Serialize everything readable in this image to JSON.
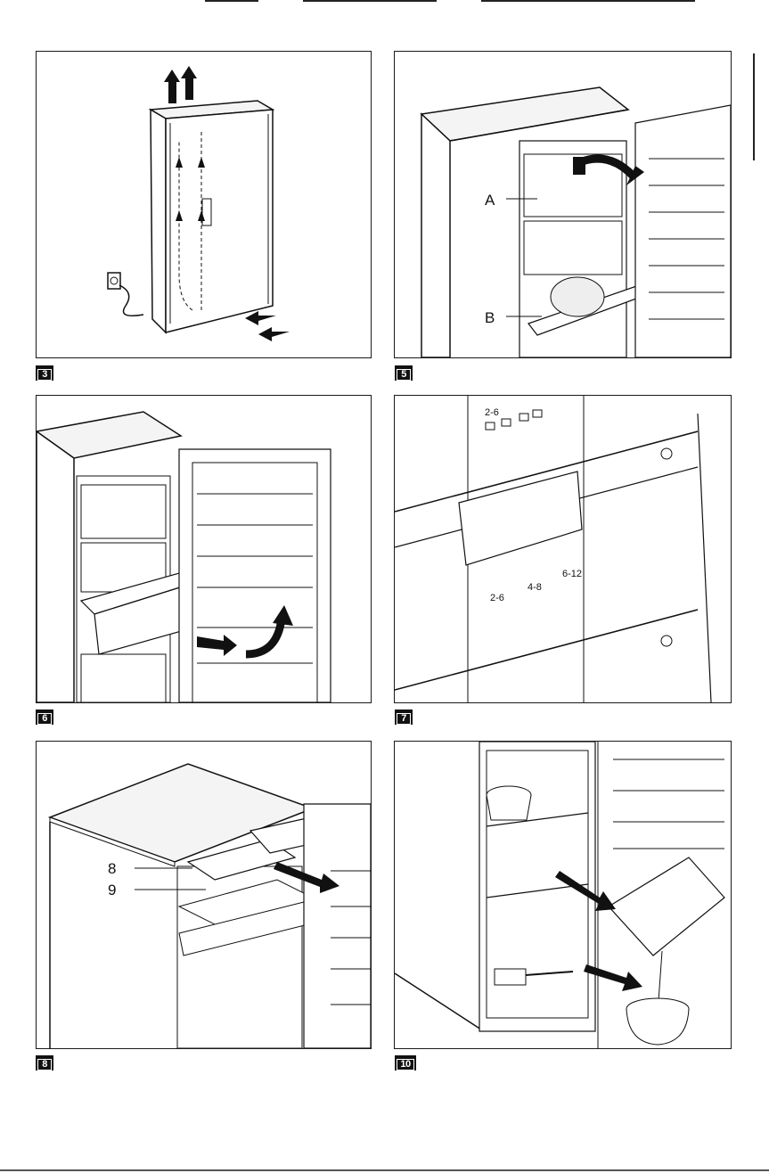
{
  "figures": [
    {
      "number": "3"
    },
    {
      "number": "5",
      "callouts": [
        "A",
        "B"
      ]
    },
    {
      "number": "6"
    },
    {
      "number": "7",
      "dial_labels": [
        "2-6",
        "2-6",
        "4-8",
        "6-12"
      ]
    },
    {
      "number": "8",
      "callouts": [
        "8",
        "9"
      ]
    },
    {
      "number": "10"
    }
  ],
  "colors": {
    "ink": "#111111",
    "paper": "#ffffff"
  }
}
